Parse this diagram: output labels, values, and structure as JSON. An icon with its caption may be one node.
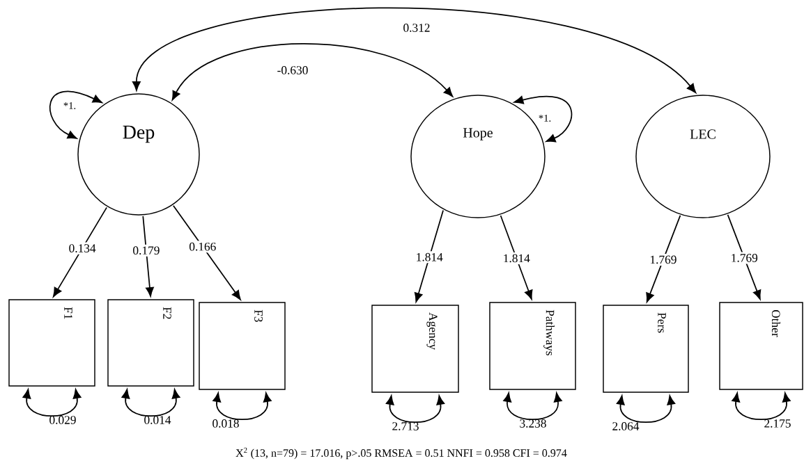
{
  "diagram": {
    "caption": "X$^{2}$ (13, n=79) = 17.016, p>.05 RMSEA = 0.51 NNFI = 0.958 CFI = 0.974",
    "nodes": [
      {
        "text": [
          "Dep"
        ]
      },
      {
        "text": [
          "Hope"
        ]
      },
      {
        "text": [
          "LEC"
        ]
      },
      {
        "text": [
          "F1"
        ]
      },
      {
        "text": [
          "F2"
        ]
      },
      {
        "text": [
          "F3"
        ]
      },
      {
        "text": [
          "Agency"
        ]
      },
      {
        "text": [
          "Pathways"
        ]
      },
      {
        "text": [
          "Pers"
        ]
      },
      {
        "text": [
          "Other"
        ]
      }
    ],
    "edges": [
      {
        "from": 0,
        "to": 3,
        "arrow": "to",
        "label": "0.134"
      },
      {
        "from": 0,
        "to": 4,
        "arrow": "to",
        "label": "0.179"
      },
      {
        "from": 0,
        "to": 5,
        "arrow": "to",
        "label": "0.166"
      },
      {
        "from": 1,
        "to": 6,
        "arrow": "to",
        "label": "1.814"
      },
      {
        "from": 1,
        "to": 7,
        "arrow": "to",
        "label": "1.814"
      },
      {
        "from": 2,
        "to": 8,
        "arrow": "to",
        "label": "1.769"
      },
      {
        "from": 2,
        "to": 9,
        "arrow": "to",
        "label": "1.769"
      },
      {
        "from": 0,
        "to": 2,
        "arrow": "both",
        "label": "0.312"
      },
      {
        "from": 0,
        "to": 1,
        "arrow": "both",
        "label": "-0.630"
      },
      {
        "from": 0,
        "to": 0,
        "arrow": "both",
        "label": "*1."
      },
      {
        "from": 1,
        "to": 1,
        "arrow": "both",
        "label": "*1."
      },
      {
        "from": 3,
        "to": 3,
        "arrow": "both",
        "label": "0.029"
      },
      {
        "from": 4,
        "to": 4,
        "arrow": "both",
        "label": "0.014"
      },
      {
        "from": 5,
        "to": 5,
        "arrow": "both",
        "label": "0.018"
      },
      {
        "from": 6,
        "to": 6,
        "arrow": "both",
        "label": "2.713"
      },
      {
        "from": 7,
        "to": 7,
        "arrow": "both",
        "label": "3.238"
      },
      {
        "from": 8,
        "to": 8,
        "arrow": "both",
        "label": "2.064"
      },
      {
        "from": 9,
        "to": 9,
        "arrow": "both",
        "label": "2.175"
      }
    ]
  }
}
